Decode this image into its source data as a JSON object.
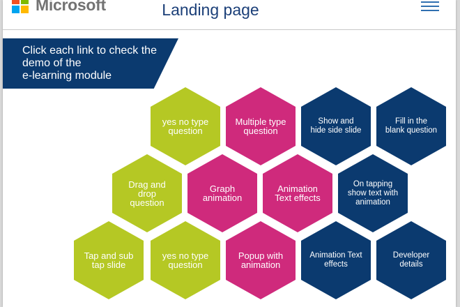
{
  "header": {
    "brand": "Microsoft",
    "title": "Landing page",
    "menu_icon": "hamburger-menu-icon"
  },
  "banner": {
    "line1": "Click each link to check the",
    "line2": "demo of the",
    "line3": "e-learning module"
  },
  "colors": {
    "lime": "#b5c824",
    "magenta": "#cf2a7c",
    "navy": "#0b3a6f",
    "title": "#1b3f78"
  },
  "tiles": [
    {
      "label": "yes no type question",
      "color": "lime"
    },
    {
      "label": "Multiple type question",
      "color": "magenta"
    },
    {
      "label": "Show and hide side slide",
      "color": "navy"
    },
    {
      "label": "Fill in the blank question",
      "color": "navy"
    },
    {
      "label": "Drag and drop question",
      "color": "lime"
    },
    {
      "label": "Graph animation",
      "color": "magenta"
    },
    {
      "label": "Animation Text effects",
      "color": "magenta"
    },
    {
      "label": "On tapping show text with animation",
      "color": "navy"
    },
    {
      "label": "Tap and sub tap slide",
      "color": "lime"
    },
    {
      "label": "yes no type question",
      "color": "lime"
    },
    {
      "label": "Popup with animation",
      "color": "magenta"
    },
    {
      "label": "Animation Text effects",
      "color": "navy"
    },
    {
      "label": "Developer details",
      "color": "navy"
    }
  ]
}
